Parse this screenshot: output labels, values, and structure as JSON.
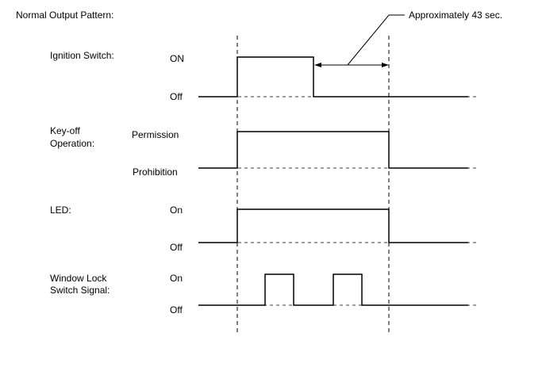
{
  "title": "Normal Output Pattern:",
  "annotation": "Approximately 43 sec.",
  "signals": [
    {
      "label": [
        "Ignition Switch:"
      ],
      "high_state": "ON",
      "low_state": "Off"
    },
    {
      "label": [
        "Key-off",
        "Operation:"
      ],
      "high_state": "Permission",
      "low_state": "Prohibition"
    },
    {
      "label": [
        "LED:"
      ],
      "high_state": "On",
      "low_state": "Off"
    },
    {
      "label": [
        "Window Lock",
        "Switch Signal:"
      ],
      "high_state": "On",
      "low_state": "Off"
    }
  ]
}
